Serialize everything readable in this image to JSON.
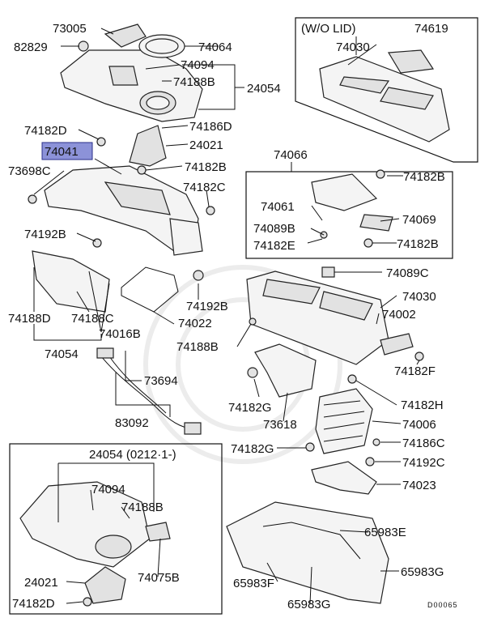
{
  "labels": {
    "l73005": "73005",
    "l82829": "82829",
    "l74064": "74064",
    "l74094a": "74094",
    "l74188Ba": "74188B",
    "l24054": "24054",
    "l74182Da": "74182D",
    "l74186D": "74186D",
    "l24021a": "24021",
    "l74041": "74041",
    "l73698C": "73698C",
    "l74182Ba": "74182B",
    "l74182C": "74182C",
    "l74192B": "74192B",
    "l74188D": "74188D",
    "l74188C": "74188C",
    "l74016B": "74016B",
    "l74022": "74022",
    "l74192Ba": "74192B",
    "l74054": "74054",
    "l73694": "73694",
    "l83092": "83092",
    "lwo": "(W/O LID)",
    "l74619": "74619",
    "l74030a": "74030",
    "l74066": "74066",
    "l74182Bb": "74182B",
    "l74061": "74061",
    "l74069": "74069",
    "l74089B": "74089B",
    "l74182E": "74182E",
    "l74182Bc": "74182B",
    "l74089C": "74089C",
    "l74030b": "74030",
    "l74002": "74002",
    "l74188Bb": "74188B",
    "l74182F": "74182F",
    "l74182G": "74182G",
    "l74182H": "74182H",
    "l73618": "73618",
    "l74006": "74006",
    "l74182Ga": "74182G",
    "l74186C": "74186C",
    "l74192C": "74192C",
    "l74023": "74023",
    "l24054b": "24054 (0212·1-)",
    "l74094b": "74094",
    "l74188Bc": "74188B",
    "l24021b": "24021",
    "l74075B": "74075B",
    "l74182Db": "74182D",
    "l65983E": "65983E",
    "l65983G": "65983G",
    "l65983F": "65983F",
    "l65983Ga": "65983G",
    "code": "D00065"
  },
  "colors": {
    "highlight": "#8c92d8",
    "ink": "#111111"
  }
}
